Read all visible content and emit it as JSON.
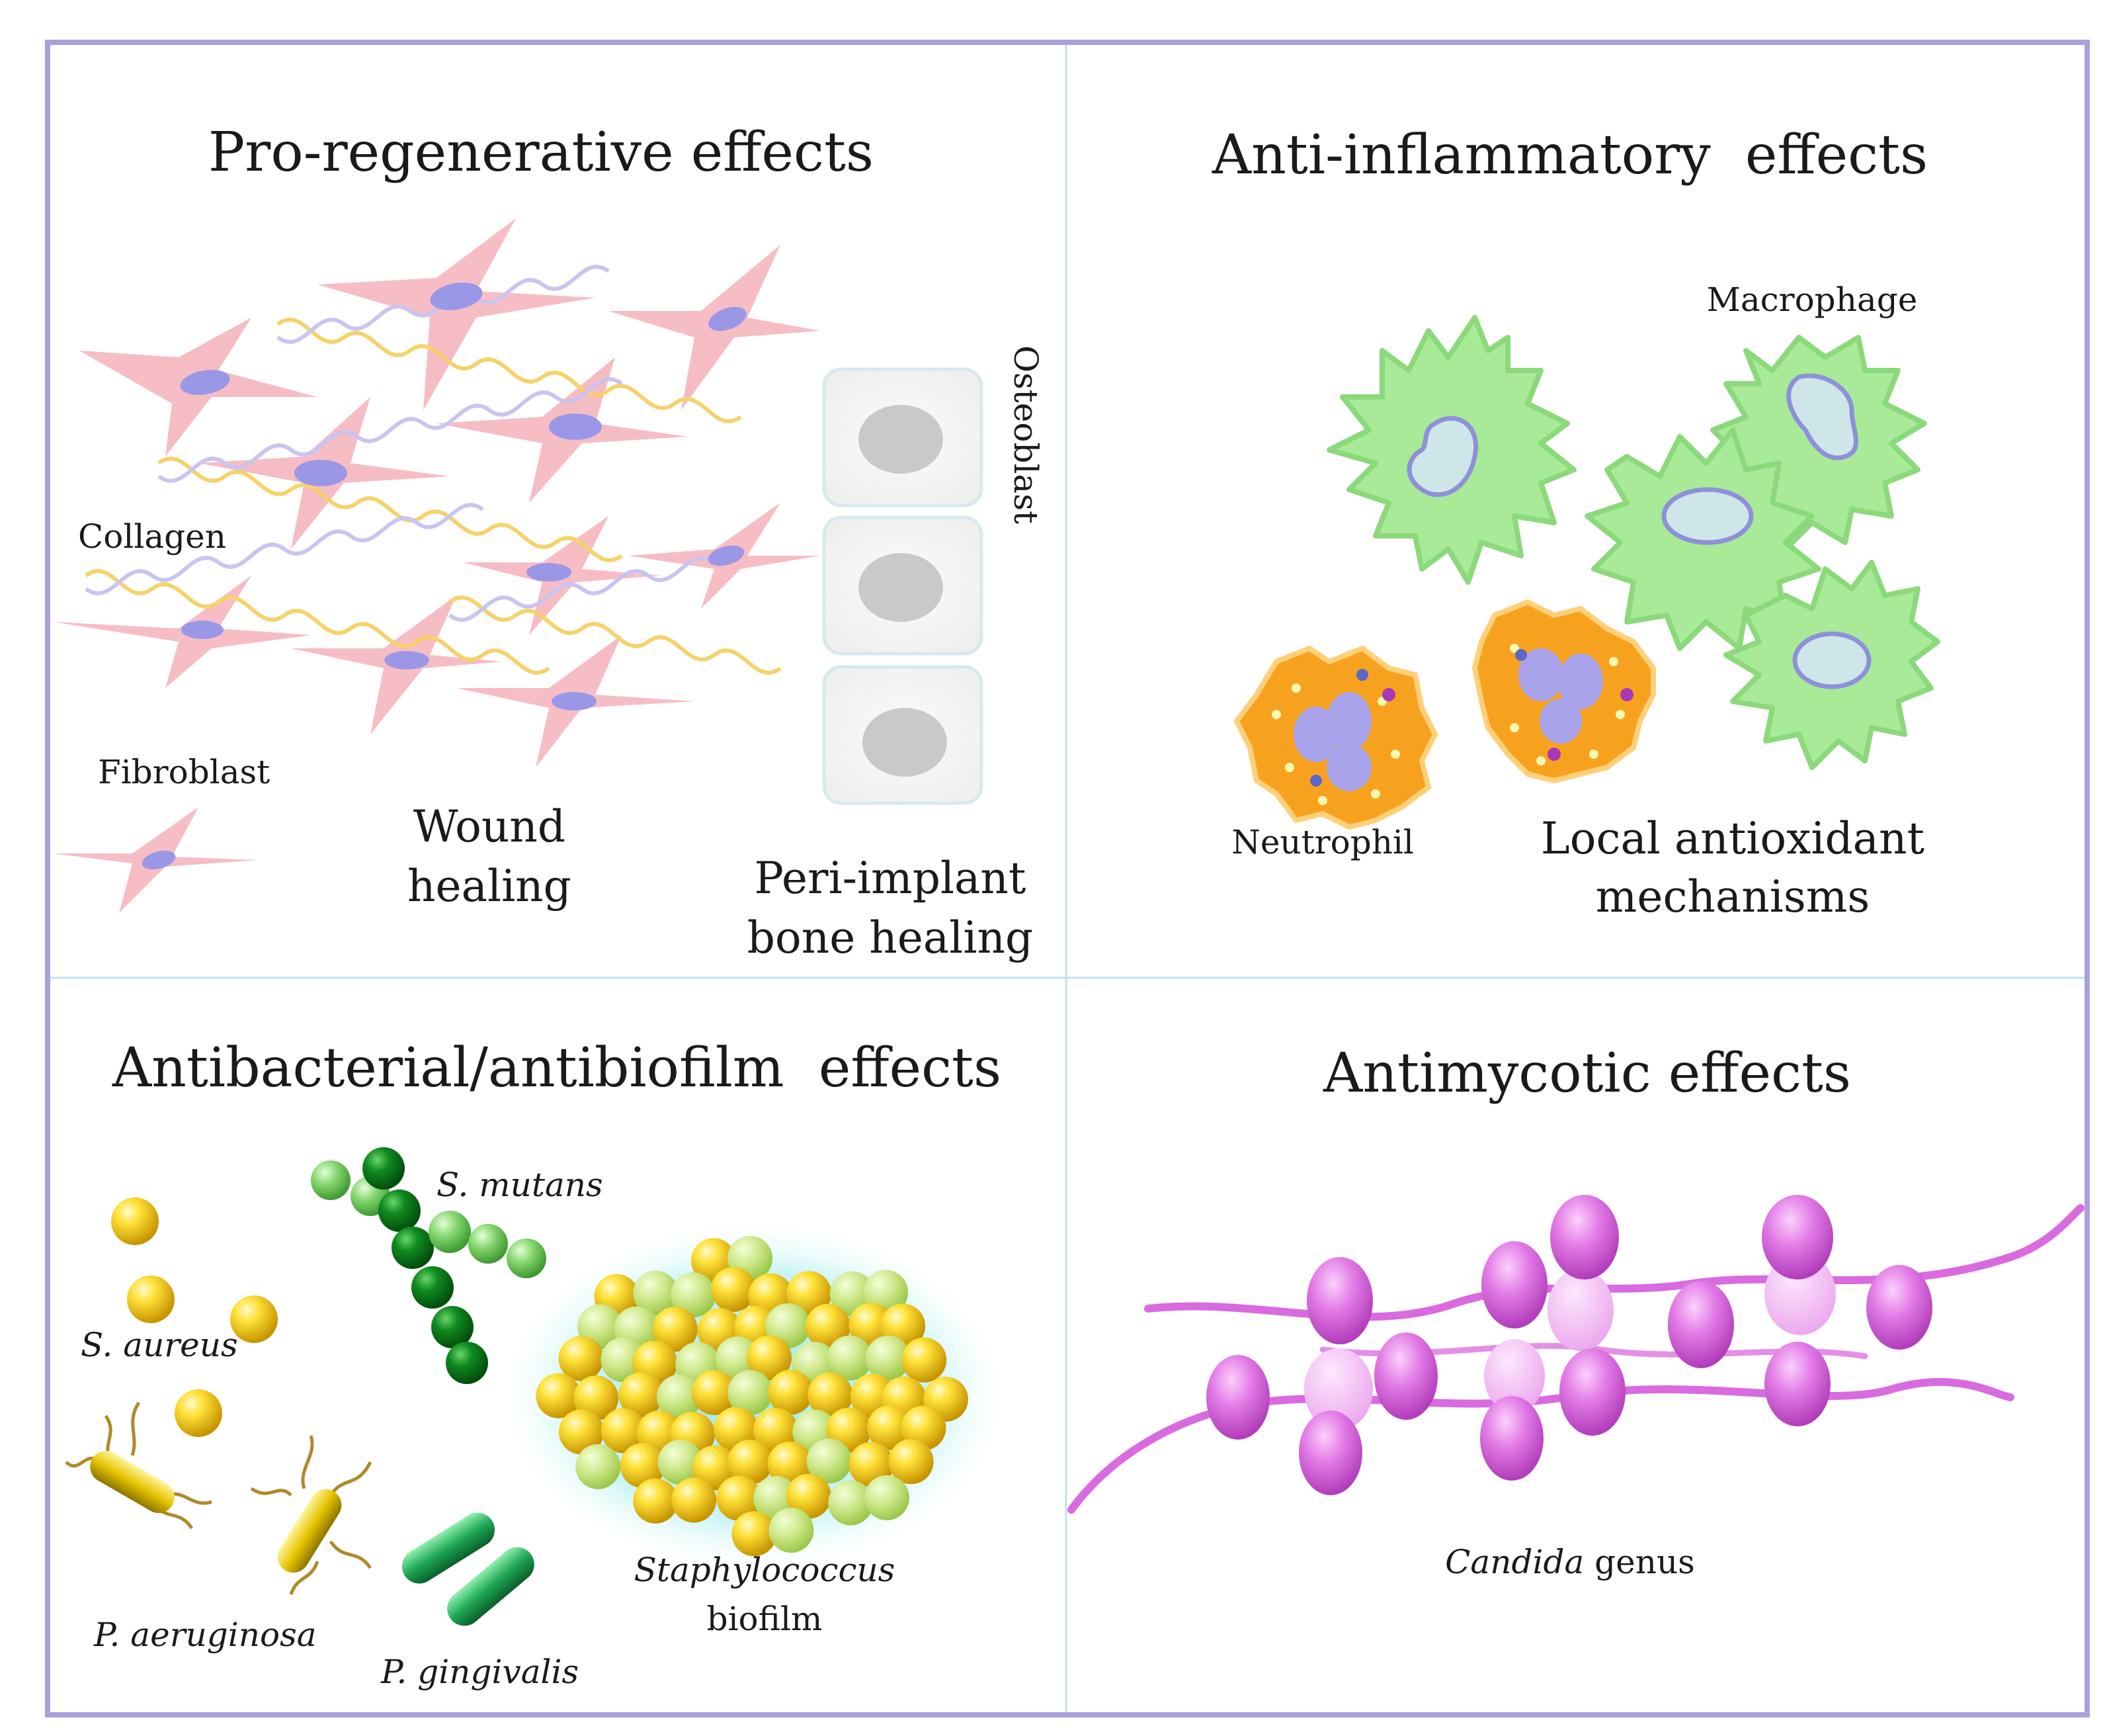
{
  "panels": {
    "pro_regenerative": {
      "title": "Pro-regenerative effects",
      "collagen": "Collagen",
      "fibroblast": "Fibroblast",
      "osteoblast": "Osteoblast",
      "wound_healing": [
        "Wound",
        "healing"
      ],
      "peri_implant": [
        "Peri-implant",
        "bone healing"
      ]
    },
    "anti_inflammatory": {
      "title": "Anti-inflammatory  effects",
      "macrophage": "Macrophage",
      "neutrophil": "Neutrophil",
      "antioxidant": [
        "Local antioxidant",
        "mechanisms"
      ]
    },
    "antibacterial": {
      "title": "Antibacterial/antibiofilm  effects",
      "s_mutans": "S. mutans",
      "s_aureus": "S. aureus",
      "p_aeruginosa": "P. aeruginosa",
      "p_gingivalis": "P. gingivalis",
      "staph_biofilm": [
        "Staphylococcus",
        "biofilm"
      ]
    },
    "antimycotic": {
      "title": "Antimycotic effects",
      "candida_italic": "Candida",
      "candida_rest": " genus"
    }
  },
  "colors": {
    "border": "#a9a0dc",
    "divider": "#bfe3ea",
    "fibroblast": "#f6b7c0",
    "nucleus": "#9a98e6",
    "macrophage": "#a8ea98",
    "neutrophil": "#f7a21e",
    "gold": "#f0c400",
    "green": "#1f8a2e",
    "candida": "#d96ae0"
  }
}
